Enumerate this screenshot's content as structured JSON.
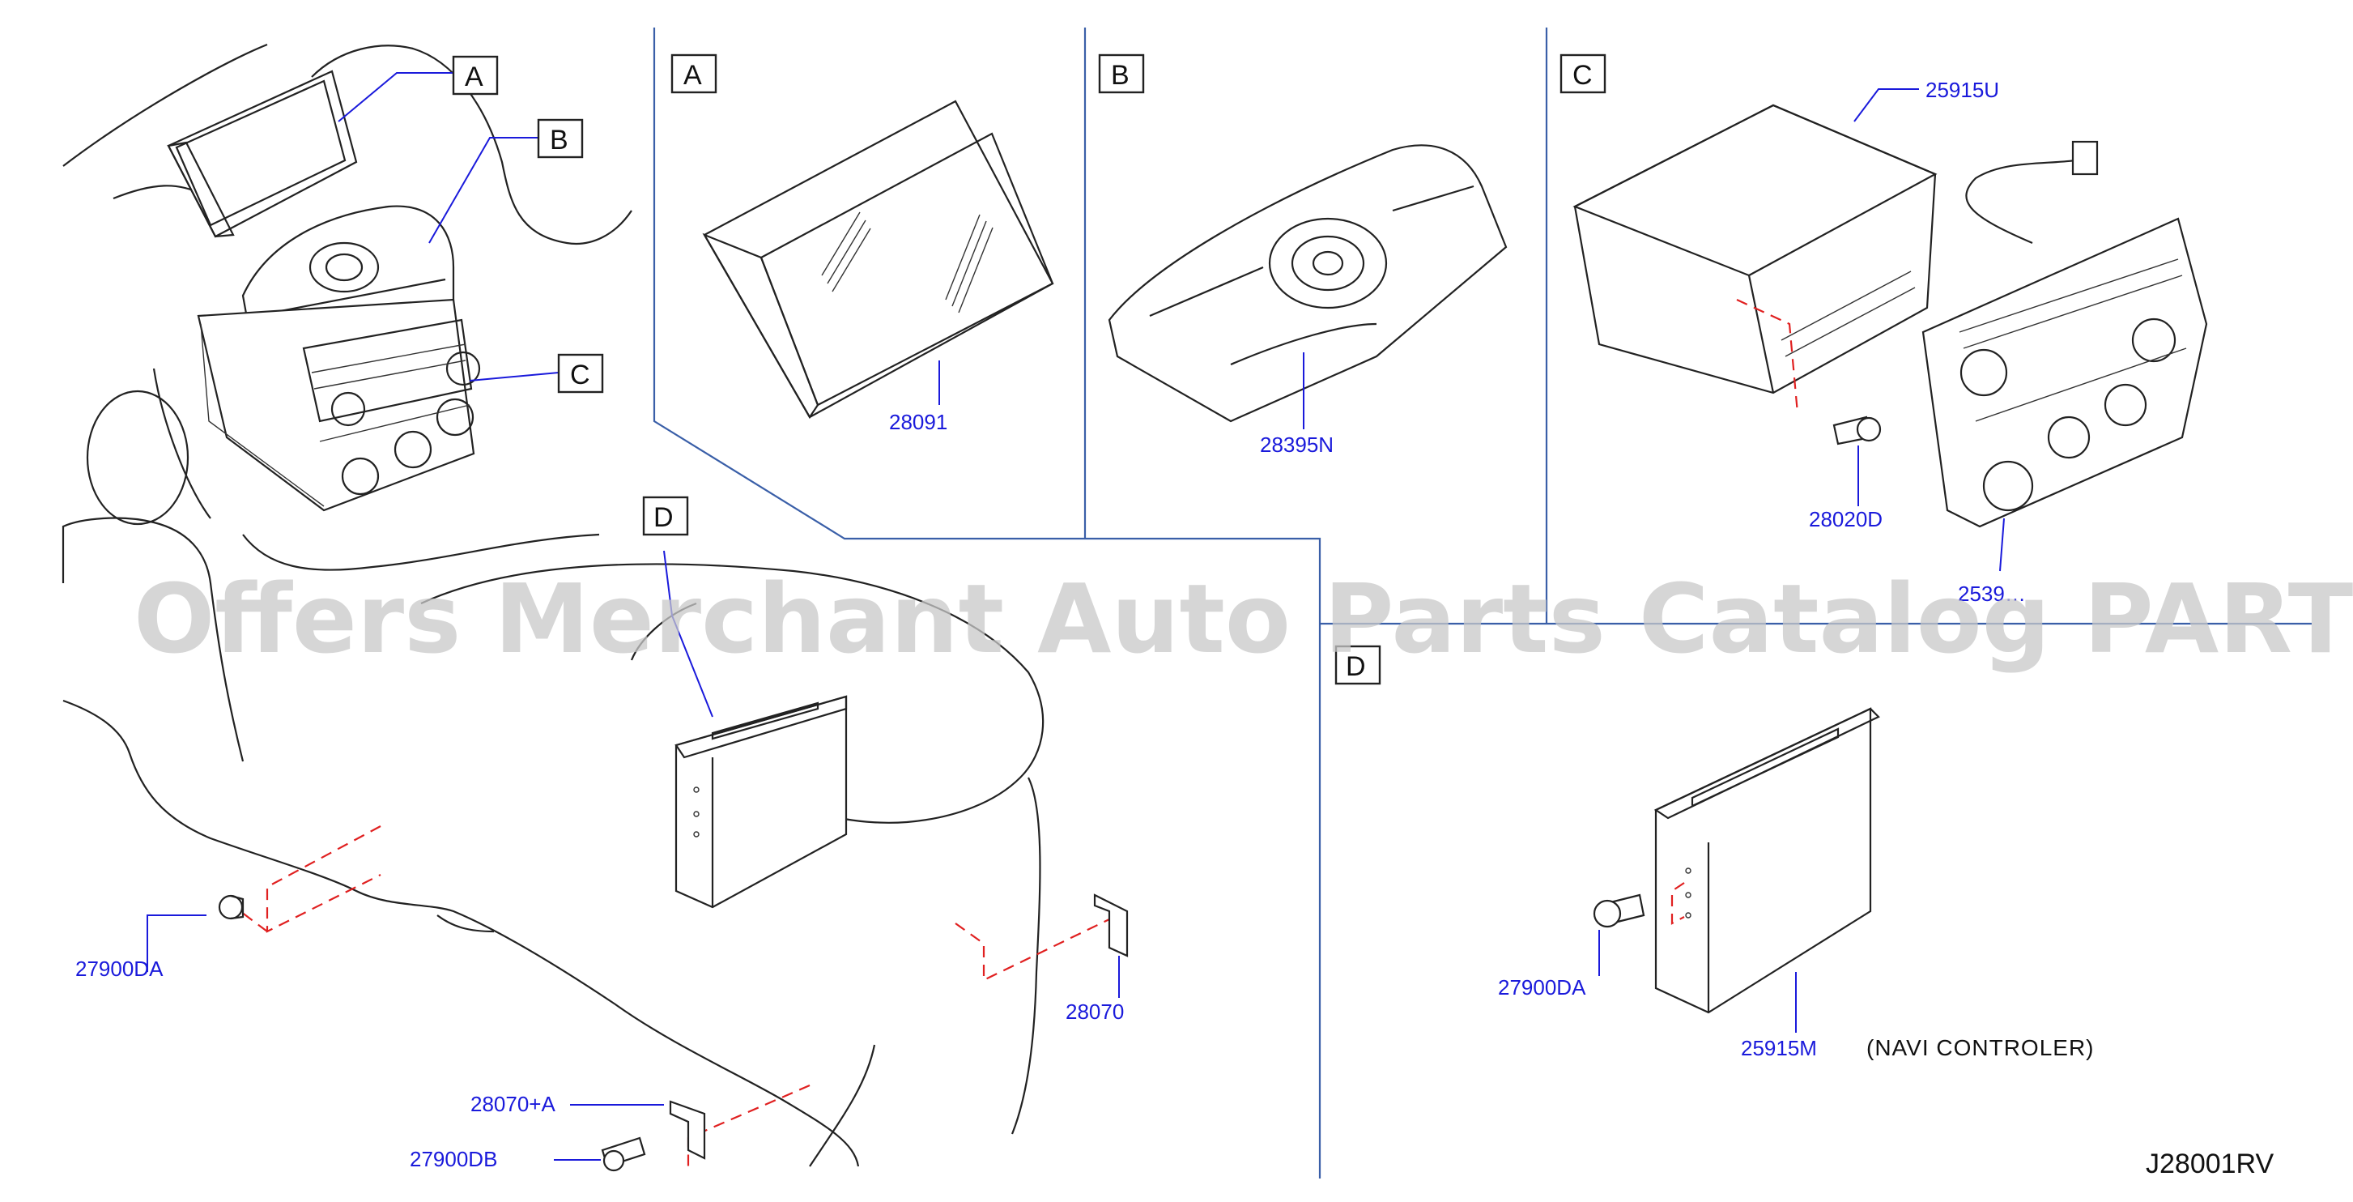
{
  "callouts": {
    "overview_a": "A",
    "overview_b": "B",
    "overview_c": "C",
    "overview_d": "D",
    "panel_a": "A",
    "panel_b": "B",
    "panel_c": "C",
    "panel_d": "D"
  },
  "parts": {
    "p28091": "28091",
    "p28395n": "28395N",
    "p25915u": "25915U",
    "p28020d": "28020D",
    "p2539x": "2539…",
    "p27900da_left": "27900DA",
    "p28070": "28070",
    "p28070a": "28070+A",
    "p27900db": "27900DB",
    "p27900da_right": "27900DA",
    "p25915m": "25915M"
  },
  "notes": {
    "navi": "(NAVI   CONTROLER)"
  },
  "diagram_ref": "J28001RV",
  "watermark": "Offers Merchant Auto Parts Catalog PARTSTORE.SA",
  "colors": {
    "part_number": "#1a1adb",
    "panel_divider": "#3a5fa8",
    "hidden_line": "#e02020"
  }
}
